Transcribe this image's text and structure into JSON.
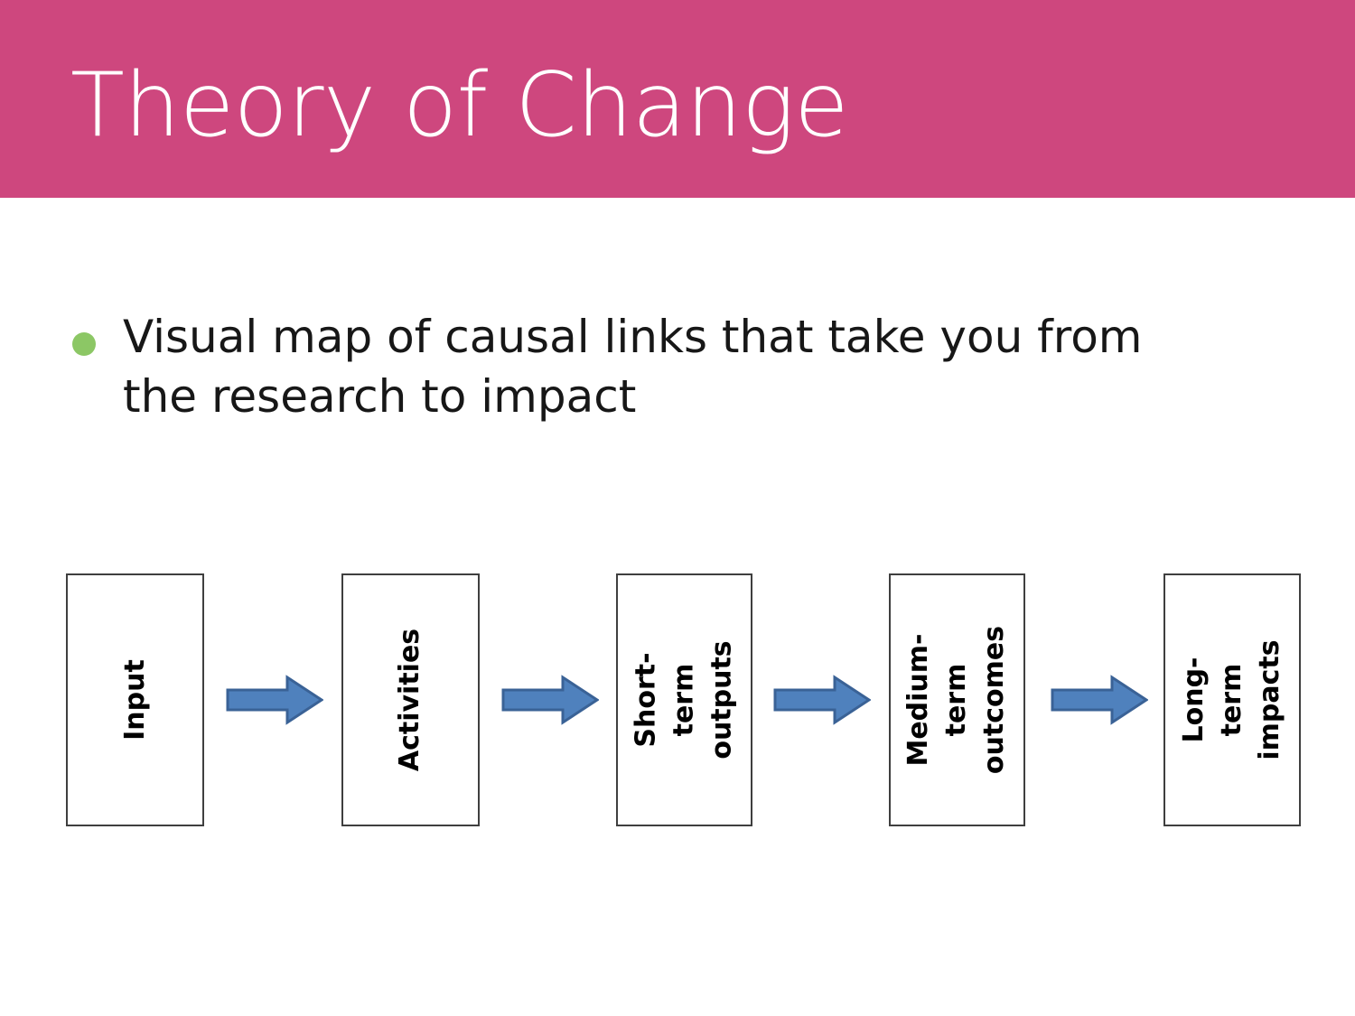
{
  "slide": {
    "title": "Theory of Change",
    "banner_color": "#ce477e",
    "background_color": "#ffffff"
  },
  "body": {
    "bullets": [
      {
        "marker": "bullet-dot",
        "marker_color": "#8cc765",
        "text": "Visual map of causal links that take you from the research to impact"
      }
    ]
  },
  "diagram": {
    "type": "linear-flow",
    "box_border_color": "#3f3f3f",
    "arrow_fill_color": "#4f81bd",
    "arrow_border_color": "#3a6296",
    "orientation": "horizontal",
    "label_rotation": "-90deg",
    "steps": [
      {
        "label": "Input"
      },
      {
        "label": "Activities"
      },
      {
        "label": "Short-term\noutputs"
      },
      {
        "label": "Medium-term\noutcomes"
      },
      {
        "label": "Long-term\nimpacts"
      }
    ],
    "connectors": [
      {
        "icon": "right-arrow-icon"
      },
      {
        "icon": "right-arrow-icon"
      },
      {
        "icon": "right-arrow-icon"
      },
      {
        "icon": "right-arrow-icon"
      }
    ]
  }
}
